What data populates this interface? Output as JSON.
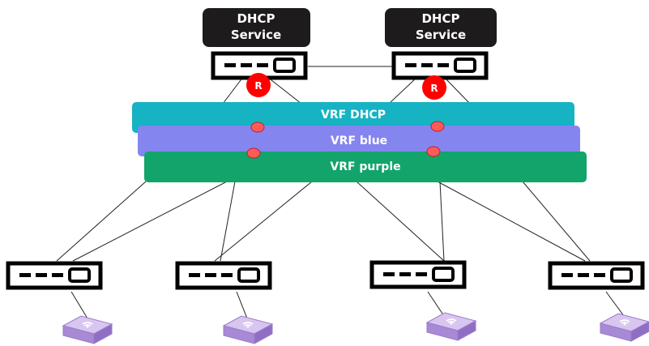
{
  "dhcp_services": [
    {
      "line1": "DHCP",
      "line2": "Service"
    },
    {
      "line1": "DHCP",
      "line2": "Service"
    }
  ],
  "router_badge": "R",
  "vrfs": [
    {
      "label": "VRF DHCP",
      "color": "#16b3c3"
    },
    {
      "label": "VRF blue",
      "color": "#8585f0"
    },
    {
      "label": "VRF purple",
      "color": "#12a46a"
    }
  ],
  "colors": {
    "service_box": "#1e1b1c",
    "router_badge": "#ff0000",
    "vrf_dot": "#ff5a5a",
    "access_point": "#b79add"
  },
  "icons": {
    "core_switch": "switch-icon",
    "access_switch": "switch-icon",
    "access_point": "wireless-access-point-icon"
  }
}
